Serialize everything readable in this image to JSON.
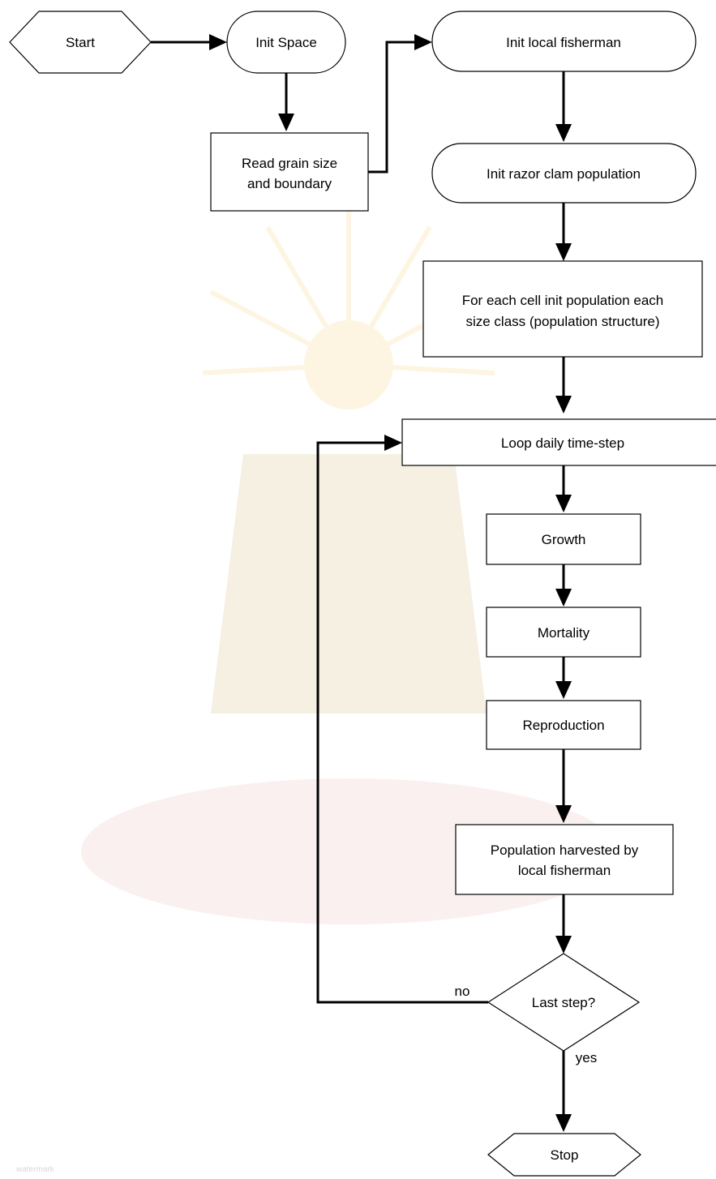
{
  "diagram": {
    "nodes": {
      "start": "Start",
      "init_space": "Init Space",
      "read_grain": [
        "Read grain size",
        "and boundary"
      ],
      "init_fisherman": "Init local fisherman",
      "init_razor": "Init razor clam population",
      "init_cells": [
        "For each cell init population each",
        "size class (population structure)"
      ],
      "loop": "Loop daily time-step",
      "growth": "Growth",
      "mortality": "Mortality",
      "reproduction": "Reproduction",
      "harvest": [
        "Population harvested by",
        "local fisherman"
      ],
      "last_step": "Last step?",
      "stop": "Stop"
    },
    "edge_labels": {
      "no": "no",
      "yes": "yes"
    }
  }
}
